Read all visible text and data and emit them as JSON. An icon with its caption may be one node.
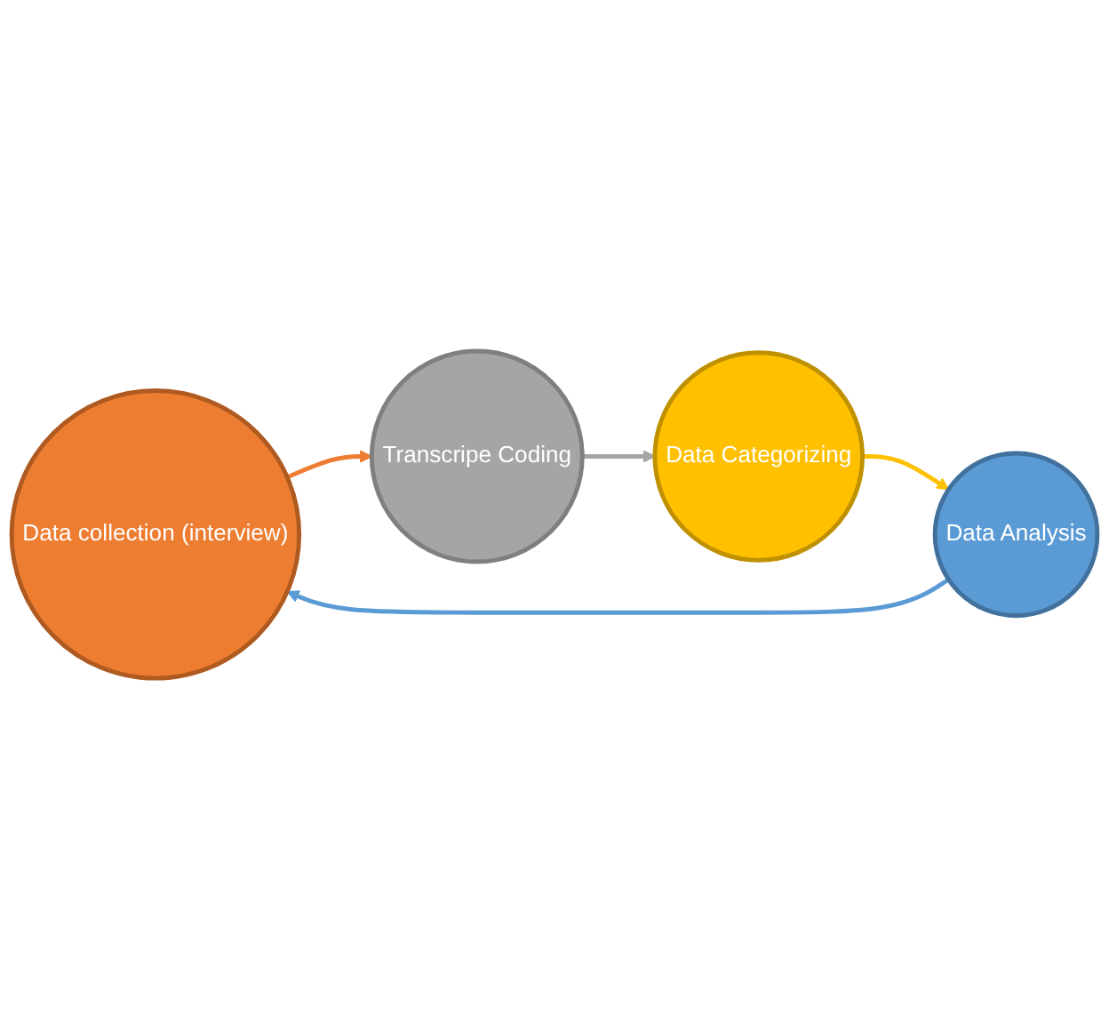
{
  "diagram": {
    "nodes": [
      {
        "text": [
          "Data collection (interview)"
        ]
      },
      {
        "text": [
          "Transcripe Coding"
        ]
      },
      {
        "text": [
          "Data Categorizing"
        ]
      },
      {
        "text": [
          "Data Analysis"
        ]
      }
    ],
    "edges": [
      {
        "from": 0,
        "to": 1,
        "arrow": "to",
        "color": "#ed7d31"
      },
      {
        "from": 1,
        "to": 2,
        "arrow": "to",
        "color": "#a5a5a5"
      },
      {
        "from": 2,
        "to": 3,
        "arrow": "to",
        "color": "#ffc000"
      },
      {
        "from": 3,
        "to": 0,
        "arrow": "to",
        "color": "#5b9bd5"
      }
    ]
  }
}
